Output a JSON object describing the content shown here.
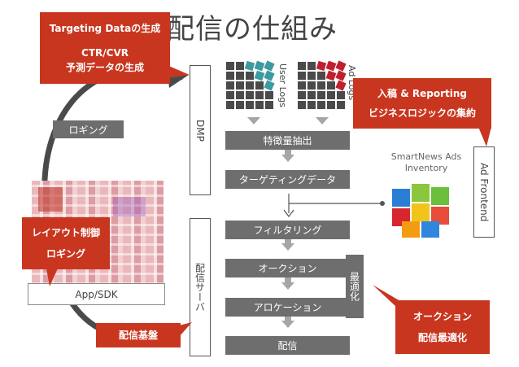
{
  "title": "配信の仕組み",
  "labels": {
    "dmp": "DMP",
    "delivery_server": "配信サーバ",
    "ad_frontend": "Ad Frontend",
    "user_logs": "User Logs",
    "ad_logs": "Ad Logs",
    "inventory_line1": "SmartNews Ads",
    "inventory_line2": "Inventory"
  },
  "flow": {
    "feature_extraction": "特徴量抽出",
    "targeting_data": "ターゲティングデータ",
    "filtering": "フィルタリング",
    "auction": "オークション",
    "allocation": "アロケーション",
    "delivery": "配信",
    "optimization": "最適化"
  },
  "left": {
    "logging": "ロギング",
    "app_sdk": "App/SDK"
  },
  "callouts": {
    "targeting_line1": "Targeting Dataの生成",
    "targeting_line2": "CTR/CVR",
    "targeting_line3": "予測データの生成",
    "layout_line1": "レイアウト制御",
    "layout_line2": "ロギング",
    "infra": "配信基盤",
    "submission_line1": "入稿 & Reporting",
    "submission_line2": "ビジネスロジックの集約",
    "auction_line1": "オークション",
    "auction_line2": "配信最適化"
  },
  "colors": {
    "accent_red": "#c9361f",
    "box_gray": "#6e6e6e",
    "teal": "#3c9aa0",
    "crimson": "#c0202e",
    "dark_square": "#4a4a4a"
  }
}
